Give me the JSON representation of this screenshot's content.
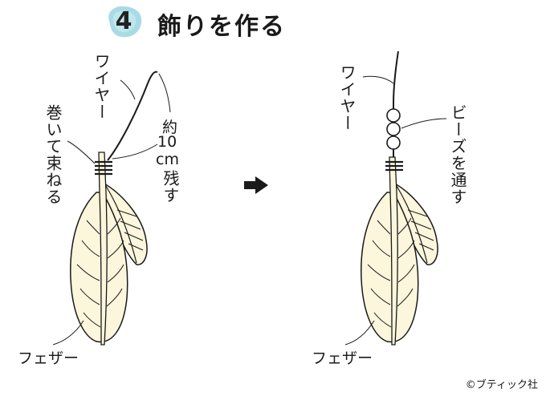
{
  "header": {
    "step_number": "4",
    "title": "飾りを作る",
    "badge_color": "#8fd0e0"
  },
  "left_panel": {
    "wire_label": "ワイヤー",
    "bundle_label": "巻いて束ねる",
    "remain_label_1": "約",
    "remain_label_2": "10",
    "remain_label_3": "cm",
    "remain_label_4": "残す",
    "feather_label": "フェザー"
  },
  "right_panel": {
    "wire_label": "ワイヤー",
    "beads_label": "ビーズを通す",
    "feather_label": "フェザー"
  },
  "arrow_icon": "right-arrow",
  "colors": {
    "feather_fill": "#fbf6dc",
    "outline": "#1a1a1a"
  },
  "credit": "©ブティック社"
}
